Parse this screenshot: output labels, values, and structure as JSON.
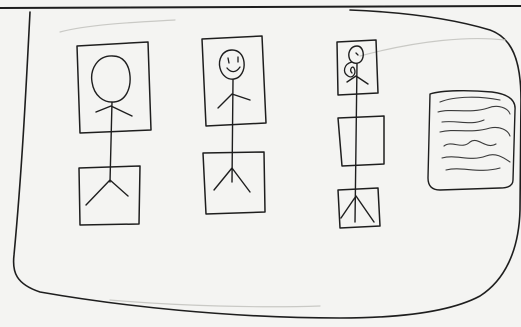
{
  "ink_color": "#1e1e1e",
  "paper_color": "#f4f4f2",
  "faint_color": "#c9c9c5",
  "figures": [
    {
      "name": "figure-1",
      "face": "blank"
    },
    {
      "name": "figure-2",
      "face": "smiling"
    },
    {
      "name": "figure-3",
      "face": "scribbled"
    }
  ],
  "scribble": {
    "name": "scribble-sketch"
  }
}
